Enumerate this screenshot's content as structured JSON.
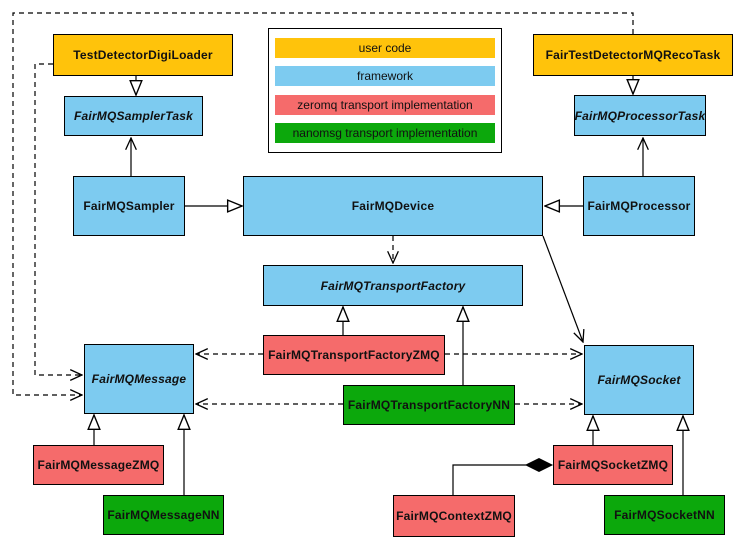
{
  "colors": {
    "user_code": "#FFC30B",
    "framework": "#7DCBF0",
    "zeromq": "#F56B6B",
    "nanomsg": "#0CA80C",
    "border": "#000000",
    "background": "#FFFFFF"
  },
  "legend": {
    "items": [
      {
        "label": "user code",
        "color": "#FFC30B"
      },
      {
        "label": "framework",
        "color": "#7DCBF0"
      },
      {
        "label": "zeromq transport implementation",
        "color": "#F56B6B"
      },
      {
        "label": "nanomsg transport implementation",
        "color": "#0CA80C"
      }
    ]
  },
  "nodes": {
    "digiLoader": {
      "label": "TestDetectorDigiLoader",
      "category": "user code",
      "abstract": false
    },
    "recoTask": {
      "label": "FairTestDetectorMQRecoTask",
      "category": "user code",
      "abstract": false
    },
    "samplerTask": {
      "label": "FairMQSamplerTask",
      "category": "framework",
      "abstract": true
    },
    "processorTask": {
      "label": "FairMQProcessorTask",
      "category": "framework",
      "abstract": true
    },
    "sampler": {
      "label": "FairMQSampler",
      "category": "framework",
      "abstract": false
    },
    "device": {
      "label": "FairMQDevice",
      "category": "framework",
      "abstract": false
    },
    "processor": {
      "label": "FairMQProcessor",
      "category": "framework",
      "abstract": false
    },
    "factory": {
      "label": "FairMQTransportFactory",
      "category": "framework",
      "abstract": true
    },
    "factoryZMQ": {
      "label": "FairMQTransportFactoryZMQ",
      "category": "zeromq",
      "abstract": false
    },
    "factoryNN": {
      "label": "FairMQTransportFactoryNN",
      "category": "nanomsg",
      "abstract": false
    },
    "message": {
      "label": "FairMQMessage",
      "category": "framework",
      "abstract": true
    },
    "socket": {
      "label": "FairMQSocket",
      "category": "framework",
      "abstract": true
    },
    "messageZMQ": {
      "label": "FairMQMessageZMQ",
      "category": "zeromq",
      "abstract": false
    },
    "messageNN": {
      "label": "FairMQMessageNN",
      "category": "nanomsg",
      "abstract": false
    },
    "contextZMQ": {
      "label": "FairMQContextZMQ",
      "category": "zeromq",
      "abstract": false
    },
    "socketZMQ": {
      "label": "FairMQSocketZMQ",
      "category": "zeromq",
      "abstract": false
    },
    "socketNN": {
      "label": "FairMQSocketNN",
      "category": "nanomsg",
      "abstract": false
    }
  },
  "edges": [
    {
      "from": "digiLoader",
      "to": "samplerTask",
      "type": "inheritance",
      "style": "solid"
    },
    {
      "from": "recoTask",
      "to": "processorTask",
      "type": "inheritance",
      "style": "solid"
    },
    {
      "from": "sampler",
      "to": "device",
      "type": "inheritance",
      "style": "solid"
    },
    {
      "from": "processor",
      "to": "device",
      "type": "inheritance",
      "style": "solid"
    },
    {
      "from": "factoryZMQ",
      "to": "factory",
      "type": "inheritance",
      "style": "solid"
    },
    {
      "from": "factoryNN",
      "to": "factory",
      "type": "inheritance",
      "style": "solid"
    },
    {
      "from": "messageZMQ",
      "to": "message",
      "type": "inheritance",
      "style": "solid"
    },
    {
      "from": "messageNN",
      "to": "message",
      "type": "inheritance",
      "style": "solid"
    },
    {
      "from": "socketZMQ",
      "to": "socket",
      "type": "inheritance",
      "style": "solid"
    },
    {
      "from": "socketNN",
      "to": "socket",
      "type": "inheritance",
      "style": "solid"
    },
    {
      "from": "sampler",
      "to": "samplerTask",
      "type": "association",
      "style": "solid"
    },
    {
      "from": "processor",
      "to": "processorTask",
      "type": "association",
      "style": "solid"
    },
    {
      "from": "device",
      "to": "socket",
      "type": "association",
      "style": "solid"
    },
    {
      "from": "device",
      "to": "factory",
      "type": "dependency",
      "style": "dashed"
    },
    {
      "from": "factoryZMQ",
      "to": "message",
      "type": "dependency",
      "style": "dashed"
    },
    {
      "from": "factoryZMQ",
      "to": "socket",
      "type": "dependency",
      "style": "dashed"
    },
    {
      "from": "factoryNN",
      "to": "message",
      "type": "dependency",
      "style": "dashed"
    },
    {
      "from": "factoryNN",
      "to": "socket",
      "type": "dependency",
      "style": "dashed"
    },
    {
      "from": "digiLoader",
      "to": "message",
      "type": "dependency",
      "style": "dashed"
    },
    {
      "from": "recoTask",
      "to": "message",
      "type": "dependency",
      "style": "dashed"
    },
    {
      "from": "contextZMQ",
      "to": "socketZMQ",
      "type": "composition",
      "style": "solid"
    }
  ]
}
